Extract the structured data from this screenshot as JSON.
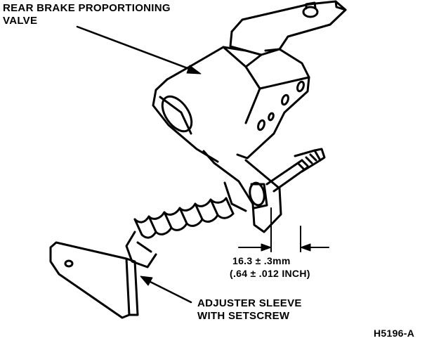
{
  "title": {
    "line1": "REAR BRAKE PROPORTIONING",
    "line2": "VALVE"
  },
  "adjuster": {
    "line1": "ADJUSTER SLEEVE",
    "line2": "WITH SETSCREW"
  },
  "dimension": {
    "metric": "16.3 ± .3mm",
    "imperial": "(.64 ± .012 INCH)"
  },
  "figure_id": "H5196-A"
}
